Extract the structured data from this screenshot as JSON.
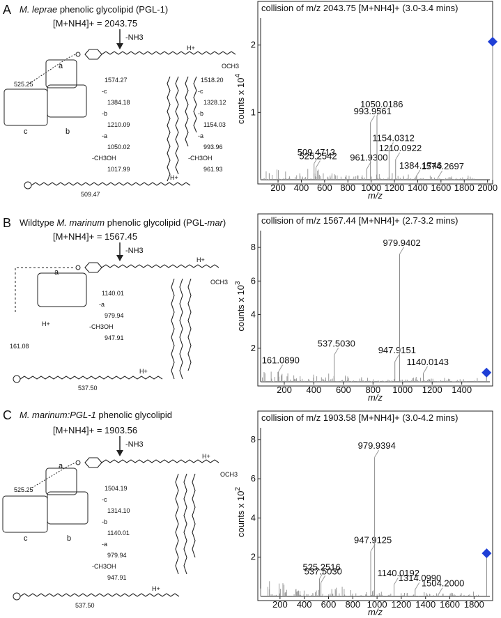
{
  "figure": {
    "panels": [
      {
        "letter": "A",
        "title_species": "M. leprae",
        "title_rest": " phenolic glycolipid (PGL-1)",
        "ion": "[M+NH4]+ = 2043.75",
        "loss": "-NH3",
        "hplus": "H+",
        "och3": "OCH3",
        "sugar_a": "a",
        "sugar_b": "b",
        "sugar_c": "c",
        "frag_sugar": "525.25",
        "left_series": [
          "1574.27",
          "-c",
          "1384.18",
          "-b",
          "1210.09",
          "-a",
          "1050.02",
          "-CH3OH",
          "1017.99"
        ],
        "right_series": [
          "1518.20",
          "-c",
          "1328.12",
          "-b",
          "1154.03",
          "-a",
          "993.96",
          "-CH3OH",
          "961.93"
        ],
        "bottom_mass": "509.47",
        "bottom_hplus": "H+"
      },
      {
        "letter": "B",
        "title_pre": "Wildtype ",
        "title_species": "M. marinum",
        "title_rest": " phenolic glycolipid (PGL-",
        "title_italic2": "mar",
        "title_end": ")",
        "ion": "[M+NH4]+ = 1567.45",
        "loss": "-NH3",
        "hplus": "H+",
        "och3": "OCH3",
        "sugar_a": "a",
        "left_series": [
          "1140.01",
          "-a",
          "979.94",
          "-CH3OH",
          "947.91"
        ],
        "frag_sugar": "161.08",
        "frag_hplus": "H+",
        "bottom_mass": "537.50",
        "bottom_hplus": "H+"
      },
      {
        "letter": "C",
        "title_species": "M. marinum:PGL-1",
        "title_rest": " phenolic glycolipid",
        "ion": "[M+NH4]+ = 1903.56",
        "loss": "-NH3",
        "hplus": "H+",
        "och3": "OCH3",
        "sugar_a": "a",
        "sugar_b": "b",
        "sugar_c": "c",
        "frag_sugar": "525.25",
        "left_series": [
          "1504.19",
          "-c",
          "1314.10",
          "-b",
          "1140.01",
          "-a",
          "979.94",
          "-CH3OH",
          "947.91"
        ],
        "bottom_mass": "537.50",
        "bottom_hplus": "H+"
      }
    ]
  },
  "chart_data": [
    {
      "type": "bar",
      "title": "collision of m/z 2043.75 [M+NH4]+ (3.0-3.4 mins)",
      "xlabel": "m/z",
      "ylabel": "counts x 10^4",
      "ylabel_base": "counts x 10",
      "ylabel_exp": "4",
      "xlim": [
        50,
        2020
      ],
      "ylim": [
        0,
        2.4
      ],
      "xticks": [
        200,
        400,
        600,
        800,
        1000,
        1200,
        1400,
        1600,
        1800,
        2000
      ],
      "yticks": [
        1,
        2
      ],
      "labeled_peaks": [
        {
          "x": 509.4713,
          "y": 0.24,
          "label": "509.4713"
        },
        {
          "x": 525.2542,
          "y": 0.18,
          "label": "525.2542"
        },
        {
          "x": 961.93,
          "y": 0.16,
          "label": "961.9300"
        },
        {
          "x": 993.9561,
          "y": 0.85,
          "label": "993.9561"
        },
        {
          "x": 1050.0186,
          "y": 0.95,
          "label": "1050.0186"
        },
        {
          "x": 1154.0312,
          "y": 0.45,
          "label": "1154.0312"
        },
        {
          "x": 1210.0922,
          "y": 0.3,
          "label": "1210.0922"
        },
        {
          "x": 1384.1746,
          "y": 0.04,
          "label": "1384.1746"
        },
        {
          "x": 1574.2697,
          "y": 0.03,
          "label": "1574.2697"
        }
      ],
      "precursor": {
        "x": 2043.75,
        "y": 2.05,
        "marker": "diamond",
        "color": "#1f3fd6"
      }
    },
    {
      "type": "bar",
      "title": "collision of m/z 1567.44 [M+NH4]+ (2.7-3.2 mins)",
      "xlabel": "m/z",
      "ylabel": "counts x 10^3",
      "ylabel_base": "counts x 10",
      "ylabel_exp": "3",
      "xlim": [
        40,
        1590
      ],
      "ylim": [
        0,
        9
      ],
      "xticks": [
        200,
        400,
        600,
        800,
        1000,
        1200,
        1400
      ],
      "yticks": [
        2,
        4,
        6,
        8
      ],
      "labeled_peaks": [
        {
          "x": 161.089,
          "y": 0.6,
          "label": "161.0890"
        },
        {
          "x": 537.503,
          "y": 1.6,
          "label": "537.5030"
        },
        {
          "x": 947.9151,
          "y": 1.2,
          "label": "947.9151"
        },
        {
          "x": 979.9402,
          "y": 7.6,
          "label": "979.9402"
        },
        {
          "x": 1140.0143,
          "y": 0.5,
          "label": "1140.0143"
        }
      ],
      "precursor": {
        "x": 1567.44,
        "y": 0.55,
        "marker": "diamond",
        "color": "#1f3fd6"
      }
    },
    {
      "type": "bar",
      "title": "collision of m/z 1903.58 [M+NH4]+ (3.0-4.2 mins)",
      "xlabel": "m/z",
      "ylabel": "counts x 10^2",
      "ylabel_base": "counts x 10",
      "ylabel_exp": "2",
      "xlim": [
        40,
        1930
      ],
      "ylim": [
        0,
        8.6
      ],
      "xticks": [
        200,
        400,
        600,
        800,
        1000,
        1200,
        1400,
        1600,
        1800
      ],
      "yticks": [
        2,
        4,
        6,
        8
      ],
      "labeled_peaks": [
        {
          "x": 525.2516,
          "y": 0.9,
          "label": "525.2516"
        },
        {
          "x": 537.503,
          "y": 0.7,
          "label": "537.5030"
        },
        {
          "x": 947.9125,
          "y": 2.3,
          "label": "947.9125"
        },
        {
          "x": 979.9394,
          "y": 7.1,
          "label": "979.9394"
        },
        {
          "x": 1140.0192,
          "y": 0.6,
          "label": "1140.0192"
        },
        {
          "x": 1314.099,
          "y": 0.35,
          "label": "1314.0990"
        },
        {
          "x": 1504.2,
          "y": 0.08,
          "label": "1504.2000"
        }
      ],
      "precursor": {
        "x": 1903.58,
        "y": 2.2,
        "marker": "diamond",
        "color": "#1f3fd6"
      }
    }
  ]
}
